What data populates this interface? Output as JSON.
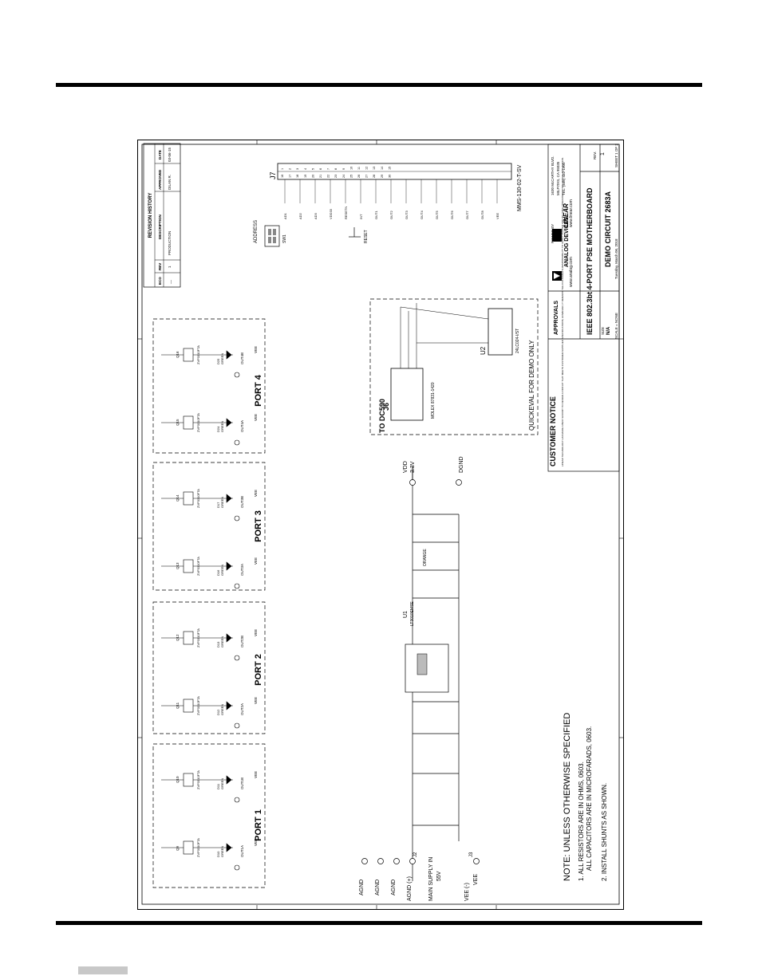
{
  "sheet": {
    "revision_history": {
      "title": "REVISION HISTORY",
      "headers": [
        "ECO",
        "REV",
        "DESCRIPTION",
        "APPROVED",
        "DATE"
      ],
      "row": [
        "__",
        "1",
        "PRODUCTION",
        "DILAN R.",
        "03-06-15"
      ]
    },
    "notes": {
      "heading": "NOTE: UNLESS OTHERWISE SPECIFIED",
      "line1a": "1.  ALL RESISTORS ARE IN OHMS, 0603.",
      "line1b": "ALL CAPACITORS ARE IN MICROFARADS, 0603.",
      "line2": "2.  INSTALL SHUNTS AS SHOWN."
    },
    "ports": [
      "PORT 1",
      "PORT 2",
      "PORT 3",
      "PORT 4"
    ],
    "port_parts": [
      {
        "q_a": "Q9",
        "q_b": "Q10",
        "out_a": "OUT1A",
        "out_b": "OUT1B",
        "led_a": "D10",
        "led_b": "D11"
      },
      {
        "q_a": "Q11",
        "q_b": "Q12",
        "out_a": "OUT2A",
        "out_b": "OUT2B",
        "led_a": "D12",
        "led_b": "D13"
      },
      {
        "q_a": "Q13",
        "q_b": "Q14",
        "out_a": "OUT3A",
        "out_b": "OUT3B",
        "led_a": "D16",
        "led_b": "D17"
      },
      {
        "q_a": "Q15",
        "q_b": "Q16",
        "out_a": "OUT4A",
        "out_b": "OUT4B",
        "led_a": "D24",
        "led_b": "D25"
      }
    ],
    "mosfet_part": "ZVP3310FTA",
    "led_color": "GREEN",
    "vee_label": "VEE",
    "power": {
      "agnd": [
        "AGND",
        "AGND",
        "AGND"
      ],
      "agnd_plus": "AGND (+)",
      "j2": "J2",
      "j3": "J3",
      "vee_minus": "VEE (-)",
      "vee": "VEE",
      "main_supply": "MAIN SUPPLY IN",
      "main_supply_v": "55V",
      "u1": "U1",
      "u1_part": "LT3010EMSE",
      "vdd": "VDD",
      "vdd_v": "3.3V",
      "dgnd": "DGND",
      "orange": "ORANGE"
    },
    "quickeval": {
      "label": "QUICKEVAL FOR DEMO ONLY",
      "j6": "J6",
      "to_dc590": "TO DC590",
      "molex": "MOLEX 87831-1420",
      "u2": "U2",
      "u2_part": "24LC024-I/ST"
    },
    "j7": {
      "ref": "J7",
      "part": "MMS-130-02-T-SV",
      "pins_left": [
        "1",
        "2",
        "3",
        "4",
        "5",
        "6",
        "7",
        "8",
        "9",
        "10",
        "11",
        "12",
        "13",
        "14",
        "15"
      ],
      "pins_right": [
        "16",
        "17",
        "18",
        "19",
        "20",
        "21",
        "22",
        "23",
        "24",
        "25",
        "26",
        "27",
        "28",
        "29",
        "30"
      ],
      "signals": [
        "AD1",
        "AD2",
        "AD3",
        "VDD33",
        "RESETN",
        "INT",
        "OUT1",
        "OUT2",
        "OUT3",
        "OUT4",
        "OUT5",
        "OUT6",
        "OUT7",
        "OUT8",
        "VEE"
      ]
    },
    "address_switch": {
      "label": "ADDRESS",
      "ref": "SW1"
    },
    "reset_button": "RESET",
    "customer_notice": {
      "title": "CUSTOMER NOTICE",
      "body": "LINEAR TECHNOLOGY HAS MADE A BEST EFFORT TO DESIGN A CIRCUIT THAT MEETS CUSTOMER-SUPPLIED SPECIFICATIONS; HOWEVER, IT REMAINS THE CUSTOMER'S RESPONSIBILITY TO VERIFY PROPER AND RELIABLE OPERATION IN THE ACTUAL APPLICATION."
    },
    "approvals": "APPROVALS",
    "title_block": {
      "company_address": "1630 McCARTHY BLVD.",
      "company_city": "MILPITAS, CA 95035",
      "phone": "TEL: (408) 432-1900",
      "web": "www.analog.com",
      "web2": "www.linear.com",
      "power_by": "POWER BY",
      "brand_adi": "ANALOG DEVICES",
      "brand_lt": "LINEAR",
      "title": "IEEE 802.3bt 4-PORT PSE MOTHERBOARD",
      "circuit": "DEMO CIRCUIT 2683A",
      "rev_label": "REV.",
      "rev": "1",
      "size_label": "SIZE",
      "size": "N/A",
      "scale": "SCALE = NONE",
      "date": "Tuesday, March 06, 2018",
      "sheet": "SHEET 1 OF 2"
    }
  },
  "colors": {
    "ink": "#000000",
    "paper": "#ffffff",
    "footer": "#c8c8c8"
  }
}
